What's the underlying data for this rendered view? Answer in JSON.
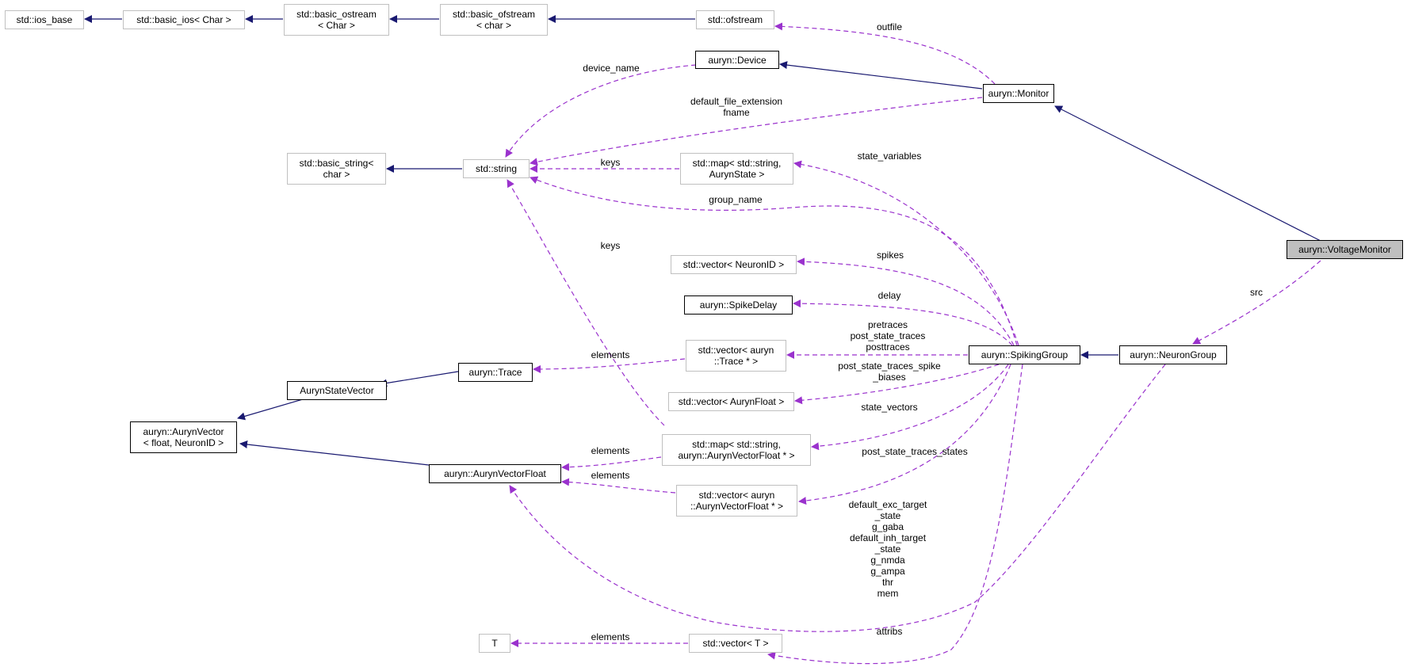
{
  "nodes": {
    "ios_base": "std::ios_base",
    "basic_ios": "std::basic_ios< Char >",
    "basic_ostream": "std::basic_ostream\n< Char >",
    "basic_ofstream": "std::basic_ofstream\n< char >",
    "ofstream": "std::ofstream",
    "device": "auryn::Device",
    "monitor": "auryn::Monitor",
    "voltage_monitor": "auryn::VoltageMonitor",
    "basic_string": "std::basic_string<\nchar >",
    "string": "std::string",
    "map_state": "std::map< std::string,\nAurynState >",
    "vector_neuronid": "std::vector< NeuronID >",
    "spike_delay": "auryn::SpikeDelay",
    "vector_trace": "std::vector< auryn\n::Trace * >",
    "trace": "auryn::Trace",
    "auryn_state_vector": "AurynStateVector",
    "auryn_vector": "auryn::AurynVector\n< float, NeuronID >",
    "vector_aurynfloat": "std::vector< AurynFloat >",
    "map_vectorfloat": "std::map< std::string,\nauryn::AurynVectorFloat * >",
    "auryn_vector_float": "auryn::AurynVectorFloat",
    "vector_vectorfloat": "std::vector< auryn\n::AurynVectorFloat * >",
    "spiking_group": "auryn::SpikingGroup",
    "neuron_group": "auryn::NeuronGroup",
    "t": "T",
    "vector_t": "std::vector< T >"
  },
  "edge_labels": {
    "outfile": "outfile",
    "device_name": "device_name",
    "default_file_extension": "default_file_extension\nfname",
    "keys_map": "keys",
    "state_variables": "state_variables",
    "group_name": "group_name",
    "keys_string": "keys",
    "spikes": "spikes",
    "delay": "delay",
    "traces": "pretraces\npost_state_traces\nposttraces",
    "elements_trace": "elements",
    "spike_biases": "post_state_traces_spike\n_biases",
    "state_vectors": "state_vectors",
    "elements_map": "elements",
    "post_state_traces_states": "post_state_traces_states",
    "elements_vector": "elements",
    "state_list": "default_exc_target\n_state\ng_gaba\ndefault_inh_target\n_state\ng_nmda\ng_ampa\nthr\nmem",
    "src": "src",
    "elements_t": "elements",
    "attribs": "attribs"
  },
  "colors": {
    "inheritance": "#191970",
    "usage": "#9a32cd",
    "external_border": "#c0c0c0",
    "internal_border": "#000000",
    "focus_fill": "#bfbfbf"
  }
}
